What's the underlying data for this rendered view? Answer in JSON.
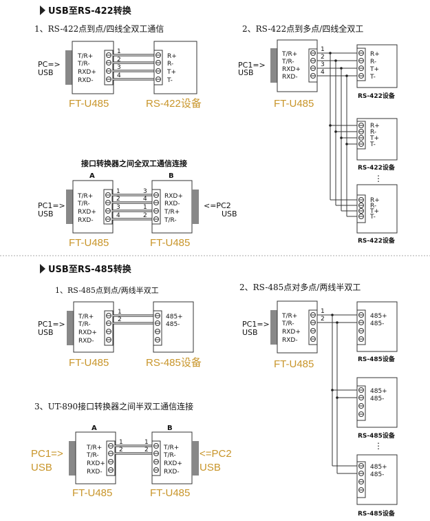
{
  "sections": {
    "rs422_title": "USB至RS-422转换",
    "rs485_title": "USB至RS-485转换"
  },
  "captions": {
    "c1": "1、RS-422点到点/四线全双工通信",
    "c2": "2、RS-422点到多点/四线全双工",
    "c3": "接口转换器之间全双工通信连接",
    "c4": "1、RS-485点到点/两线半双工",
    "c5": "2、RS-485点对多点/两线半双工",
    "c6": "3、UT-890接口转换器之间半双工通信连接"
  },
  "labels": {
    "pc_usb_1": "PC=>",
    "usb": "USB",
    "pc1": "PC1=>",
    "pc2": "<=PC2",
    "ft": "FT-U485",
    "rs422_dev": "RS-422设备",
    "rs485_dev": "RS-485设备",
    "rs422_dev_small": "RS-422设备",
    "rs485_dev_small": "RS-485设备",
    "a": "A",
    "b": "B",
    "dots": "⋮"
  },
  "pins": {
    "conv": [
      "T/R+",
      "T/R-",
      "RXD+",
      "RXD-"
    ],
    "rs422": [
      "R+",
      "R-",
      "T+",
      "T-"
    ],
    "rs485": [
      "485+",
      "485-"
    ],
    "nums": [
      "1",
      "2",
      "3",
      "4"
    ],
    "cross_right": [
      "3",
      "4",
      "1",
      "2"
    ]
  }
}
